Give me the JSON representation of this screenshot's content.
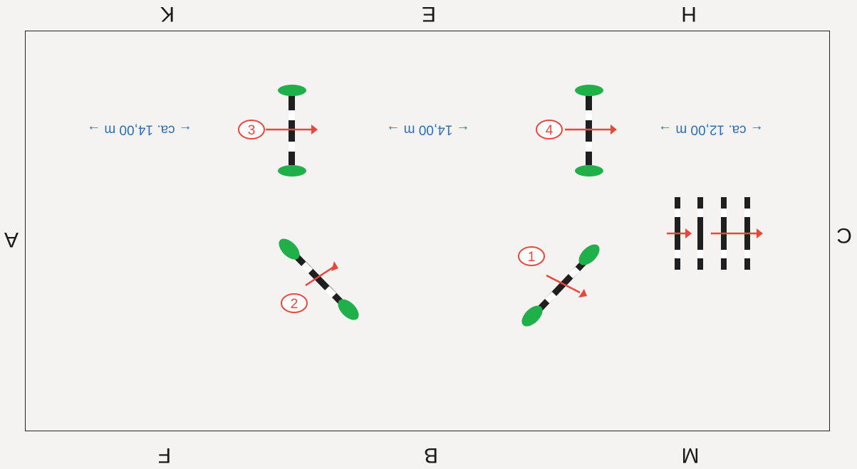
{
  "letters": {
    "A": "A",
    "C": "C",
    "M": "M",
    "B": "B",
    "F": "F",
    "H": "H",
    "E": "E",
    "K": "K"
  },
  "distances": {
    "c_to_4": "← ca. 12,00 m →",
    "between_4_3": "← 14,00 m →",
    "from_3": "← ca. 14,00 m →"
  },
  "jumps": {
    "j1": "1",
    "j2": "2",
    "j3": "3",
    "j4": "4"
  },
  "colors": {
    "arrow": "#e8483b",
    "number_ring": "#e8483b",
    "foliage": "#1fb04a",
    "distance_text": "#2c6fb3",
    "pole_dark": "#1f1f1f"
  }
}
